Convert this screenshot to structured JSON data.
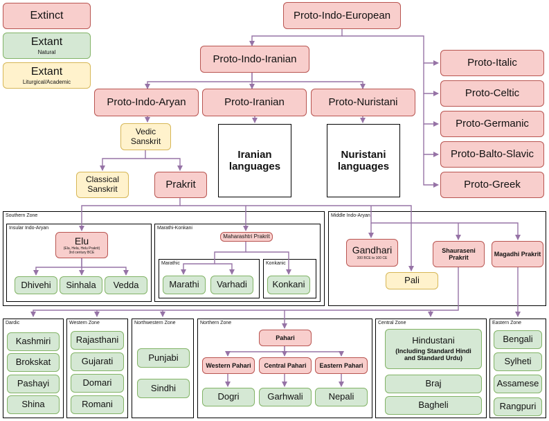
{
  "legend": {
    "extinct": "Extinct",
    "extant_natural": "Extant",
    "extant_natural_sub": "Natural",
    "extant_liturgical": "Extant",
    "extant_liturgical_sub": "Liturgical/Academic"
  },
  "nodes": {
    "pie": "Proto-Indo-European",
    "pii": "Proto-Indo-Iranian",
    "pia": "Proto-Indo-Aryan",
    "pir": "Proto-Iranian",
    "pnu": "Proto-Nuristani",
    "italic": "Proto-Italic",
    "celtic": "Proto-Celtic",
    "germanic": "Proto-Germanic",
    "balto": "Proto-Balto-Slavic",
    "greek": "Proto-Greek",
    "vedic": "Vedic Sanskrit",
    "classical": "Classical Sanskrit",
    "prakrit": "Prakrit",
    "iranian_langs": "Iranian languages",
    "nuristani_langs": "Nuristani languages",
    "elu": "Elu",
    "elu_sub": "(Ela, Hela, Helu Prakrit)",
    "elu_sub2": "3rd century BCE",
    "dhivehi": "Dhivehi",
    "sinhala": "Sinhala",
    "vedda": "Vedda",
    "maharashtri": "Maharashtri Prakrit",
    "marathi": "Marathi",
    "varhadi": "Varhadi",
    "konkani": "Konkani",
    "gandhari": "Gandhari",
    "gandhari_sub": "300 BCE to 100 CE",
    "pali": "Pali",
    "shauraseni": "Shauraseni Prakrit",
    "magadhi": "Magadhi Prakrit",
    "kashmiri": "Kashmiri",
    "brokskat": "Brokskat",
    "pashayi": "Pashayi",
    "shina": "Shina",
    "rajasthani": "Rajasthani",
    "gujarati": "Gujarati",
    "domari": "Domari",
    "romani": "Romani",
    "punjabi": "Punjabi",
    "sindhi": "Sindhi",
    "pahari": "Pahari",
    "western_pahari": "Western Pahari",
    "central_pahari": "Central Pahari",
    "eastern_pahari": "Eastern Pahari",
    "dogri": "Dogri",
    "garhwali": "Garhwali",
    "nepali": "Nepali",
    "hindustani": "Hindustani",
    "hindustani_sub": "(Including Standard Hindi and Standard Urdu)",
    "braj": "Braj",
    "bagheli": "Bagheli",
    "bengali": "Bengali",
    "sylheti": "Sylheti",
    "assamese": "Assamese",
    "rangpuri": "Rangpuri"
  },
  "zones": {
    "southern": "Southern Zone",
    "insular": "Insular Indo-Aryan",
    "marathi_konkani": "Marathi-Konkani",
    "marathic": "Marathic",
    "konkanic": "Konkanic",
    "middle": "Middle Indo-Aryan",
    "dardic": "Dardic",
    "western": "Western Zone",
    "northwestern": "Northwestern Zone",
    "northern": "Northern Zone",
    "central": "Central Zone",
    "eastern": "Eastern Zone"
  },
  "colors": {
    "extinct_fill": "#f8cecc",
    "extinct_stroke": "#b85450",
    "natural_fill": "#d5e8d4",
    "natural_stroke": "#82b366",
    "liturgical_fill": "#fff2cc",
    "liturgical_stroke": "#d6b656",
    "connector": "#9673a6"
  }
}
